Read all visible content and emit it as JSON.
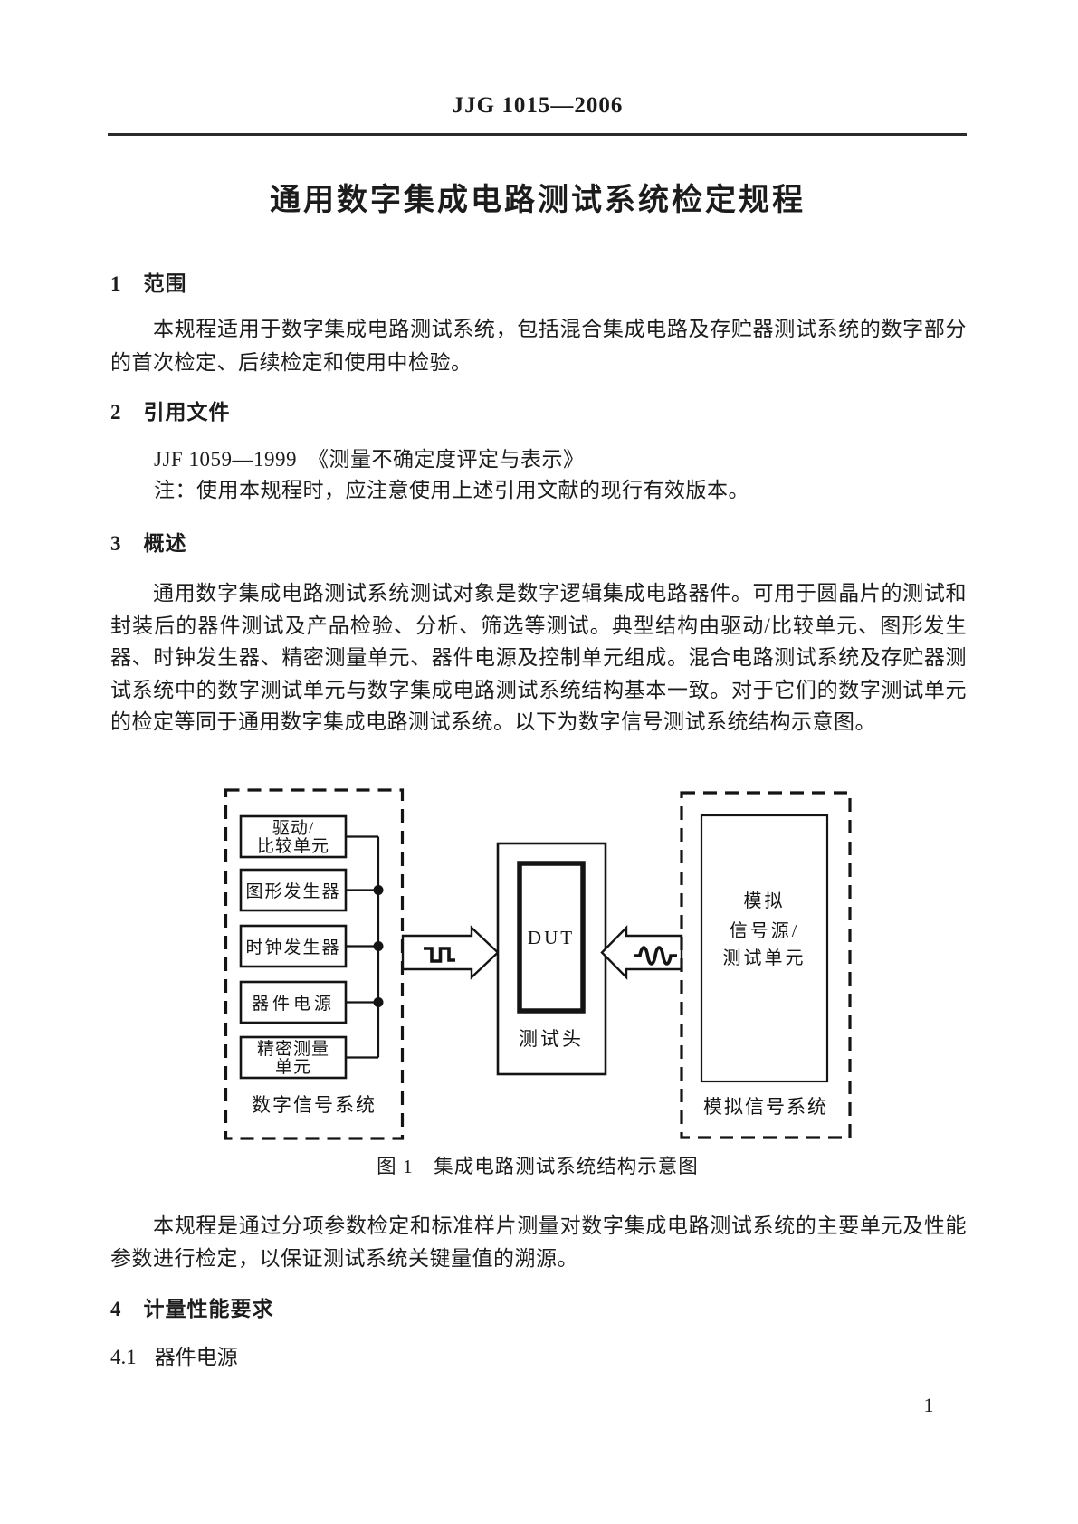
{
  "page": {
    "header": "JJG 1015—2006",
    "title": "通用数字集成电路测试系统检定规程",
    "page_number": "1"
  },
  "sections": {
    "s1": {
      "number": "1",
      "heading": "范围",
      "body": "本规程适用于数字集成电路测试系统，包括混合集成电路及存贮器测试系统的数字部分的首次检定、后续检定和使用中检验。"
    },
    "s2": {
      "number": "2",
      "heading": "引用文件",
      "reference": "JJF 1059—1999　《测量不确定度评定与表示》",
      "note": "注：使用本规程时，应注意使用上述引用文献的现行有效版本。"
    },
    "s3": {
      "number": "3",
      "heading": "概述",
      "body": "通用数字集成电路测试系统测试对象是数字逻辑集成电路器件。可用于圆晶片的测试和封装后的器件测试及产品检验、分析、筛选等测试。典型结构由驱动/比较单元、图形发生器、时钟发生器、精密测量单元、器件电源及控制单元组成。混合电路测试系统及存贮器测试系统中的数字测试单元与数字集成电路测试系统结构基本一致。对于它们的数字测试单元的检定等同于通用数字集成电路测试系统。以下为数字信号测试系统结构示意图。",
      "after_figure": "本规程是通过分项参数检定和标准样片测量对数字集成电路测试系统的主要单元及性能参数进行检定，以保证测试系统关键量值的溯源。"
    },
    "s4": {
      "number": "4",
      "heading": "计量性能要求",
      "sub": {
        "number": "4.1",
        "heading": "器件电源"
      }
    }
  },
  "figure": {
    "caption": "图 1　集成电路测试系统结构示意图",
    "digital_system_label": "数字信号系统",
    "analog_system_label": "模拟信号系统",
    "boxes": {
      "drive_line1": "驱动/",
      "drive_line2": "比较单元",
      "pattern": "图形发生器",
      "clock": "时钟发生器",
      "power": "器件电源",
      "pmu_line1": "精密测量",
      "pmu_line2": "单元"
    },
    "dut_label": "DUT",
    "test_head_label": "测试头",
    "analog_unit_line1": "模拟",
    "analog_unit_line2": "信号源/",
    "analog_unit_line3": "测试单元"
  },
  "colors": {
    "ink": "#141414",
    "paper": "#ffffff"
  }
}
